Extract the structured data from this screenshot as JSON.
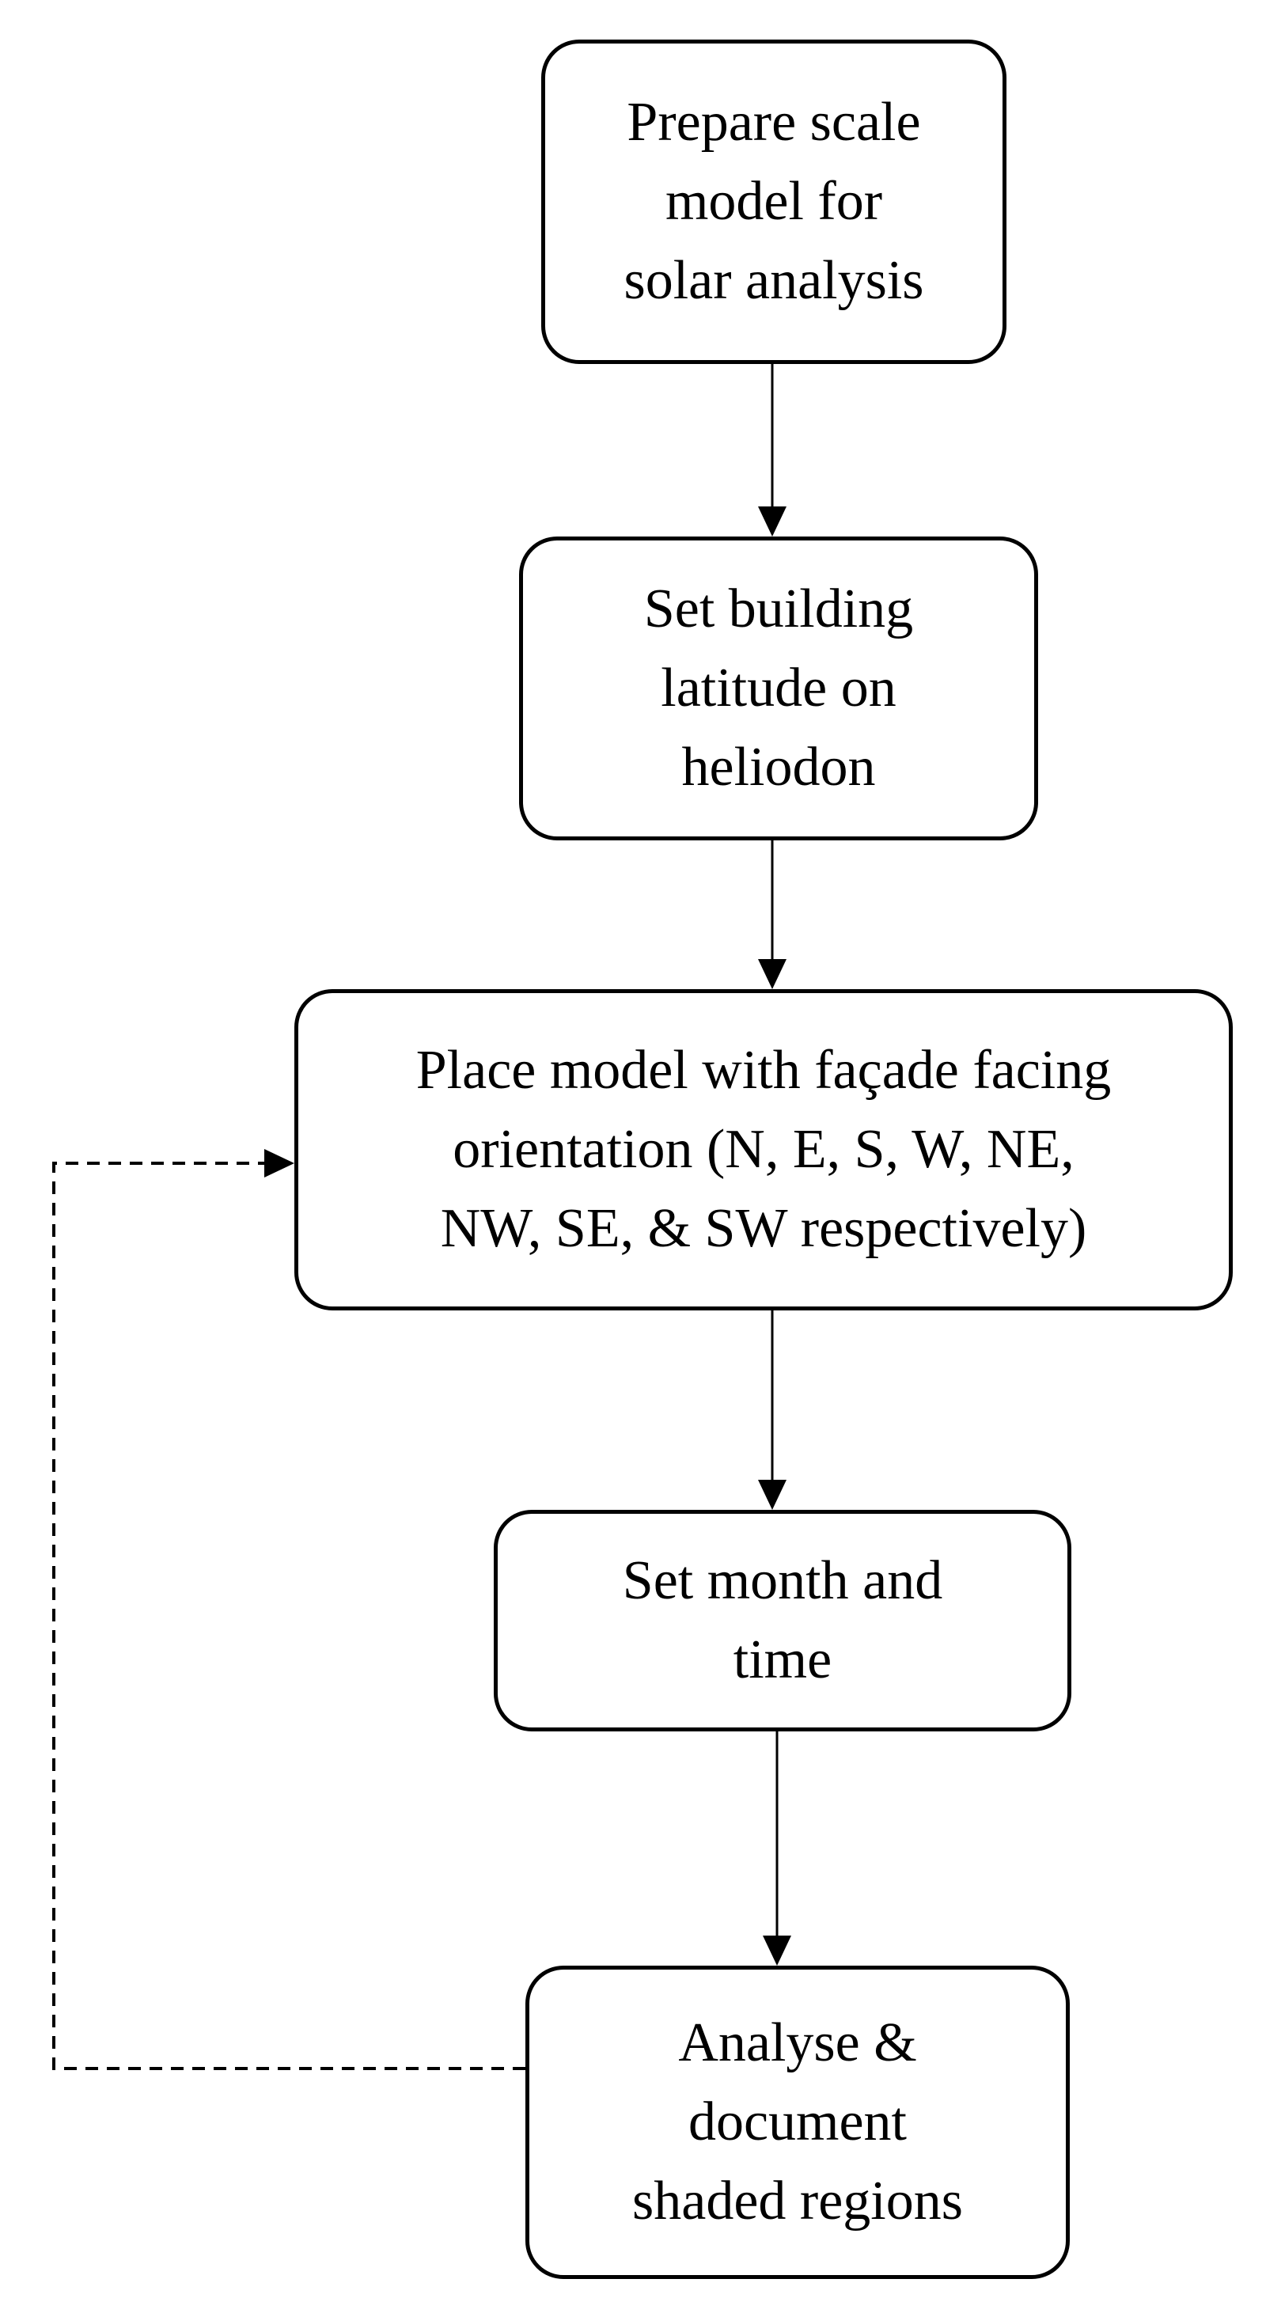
{
  "steps": [
    {
      "id": "step-1",
      "label": "Prepare scale\nmodel for\nsolar analysis"
    },
    {
      "id": "step-2",
      "label": "Set building\nlatitude on\nheliodon"
    },
    {
      "id": "step-3",
      "label": "Place model with façade facing\norientation (N, E, S, W, NE,\nNW, SE, & SW respectively)"
    },
    {
      "id": "step-4",
      "label": "Set month and\ntime"
    },
    {
      "id": "step-5",
      "label": "Analyse &\ndocument\nshaded regions"
    }
  ],
  "connectors": [
    {
      "from": "step-1",
      "to": "step-2",
      "style": "solid"
    },
    {
      "from": "step-2",
      "to": "step-3",
      "style": "solid"
    },
    {
      "from": "step-3",
      "to": "step-4",
      "style": "solid"
    },
    {
      "from": "step-4",
      "to": "step-5",
      "style": "solid"
    },
    {
      "from": "step-5",
      "to": "step-3",
      "style": "dashed",
      "meaning": "loop back"
    }
  ],
  "colors": {
    "stroke": "#000000",
    "fill": "#ffffff",
    "text": "#000000"
  }
}
